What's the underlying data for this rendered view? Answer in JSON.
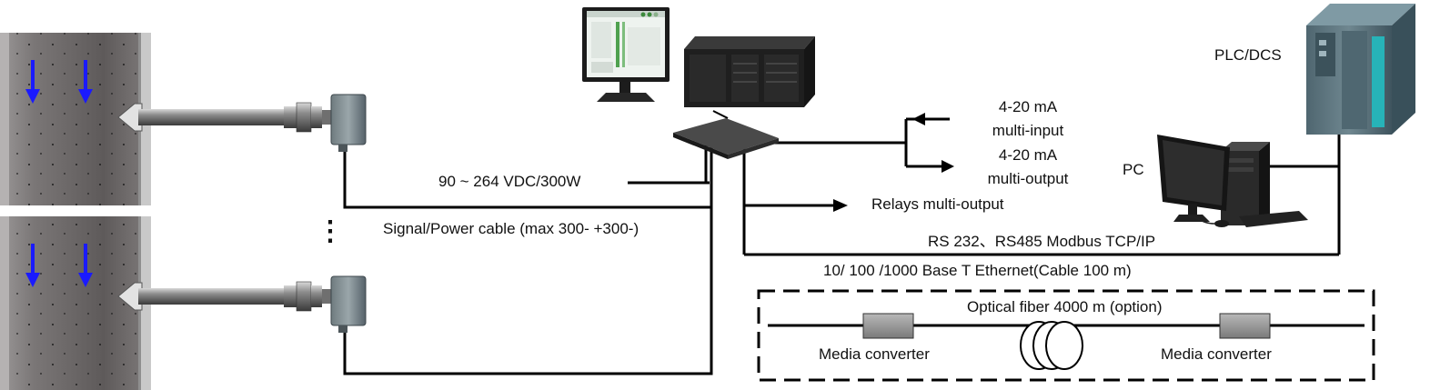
{
  "labels": {
    "plc": "PLC/DCS",
    "pc": "PC",
    "power": "90 ~ 264 VDC/300W",
    "signal_cable": "Signal/Power  cable (max 300- +300-)",
    "ai_line1": "4-20 mA",
    "ai_line2": "multi-input",
    "ao_line1": "4-20 mA",
    "ao_line2": "multi-output",
    "relays": "Relays multi-output",
    "rs": "RS 232、RS485 Modbus TCP/IP",
    "ethernet": "10/ 100 /1000 Base T Ethernet(Cable 100 m)",
    "fiber": "Optical fiber 4000 m (option)",
    "media_left": "Media converter",
    "media_right": "Media converter",
    "ellipsis": "⋮"
  },
  "colors": {
    "arrow": "#1a1aff",
    "wall": "#6e6a6a",
    "line": "#000000"
  }
}
